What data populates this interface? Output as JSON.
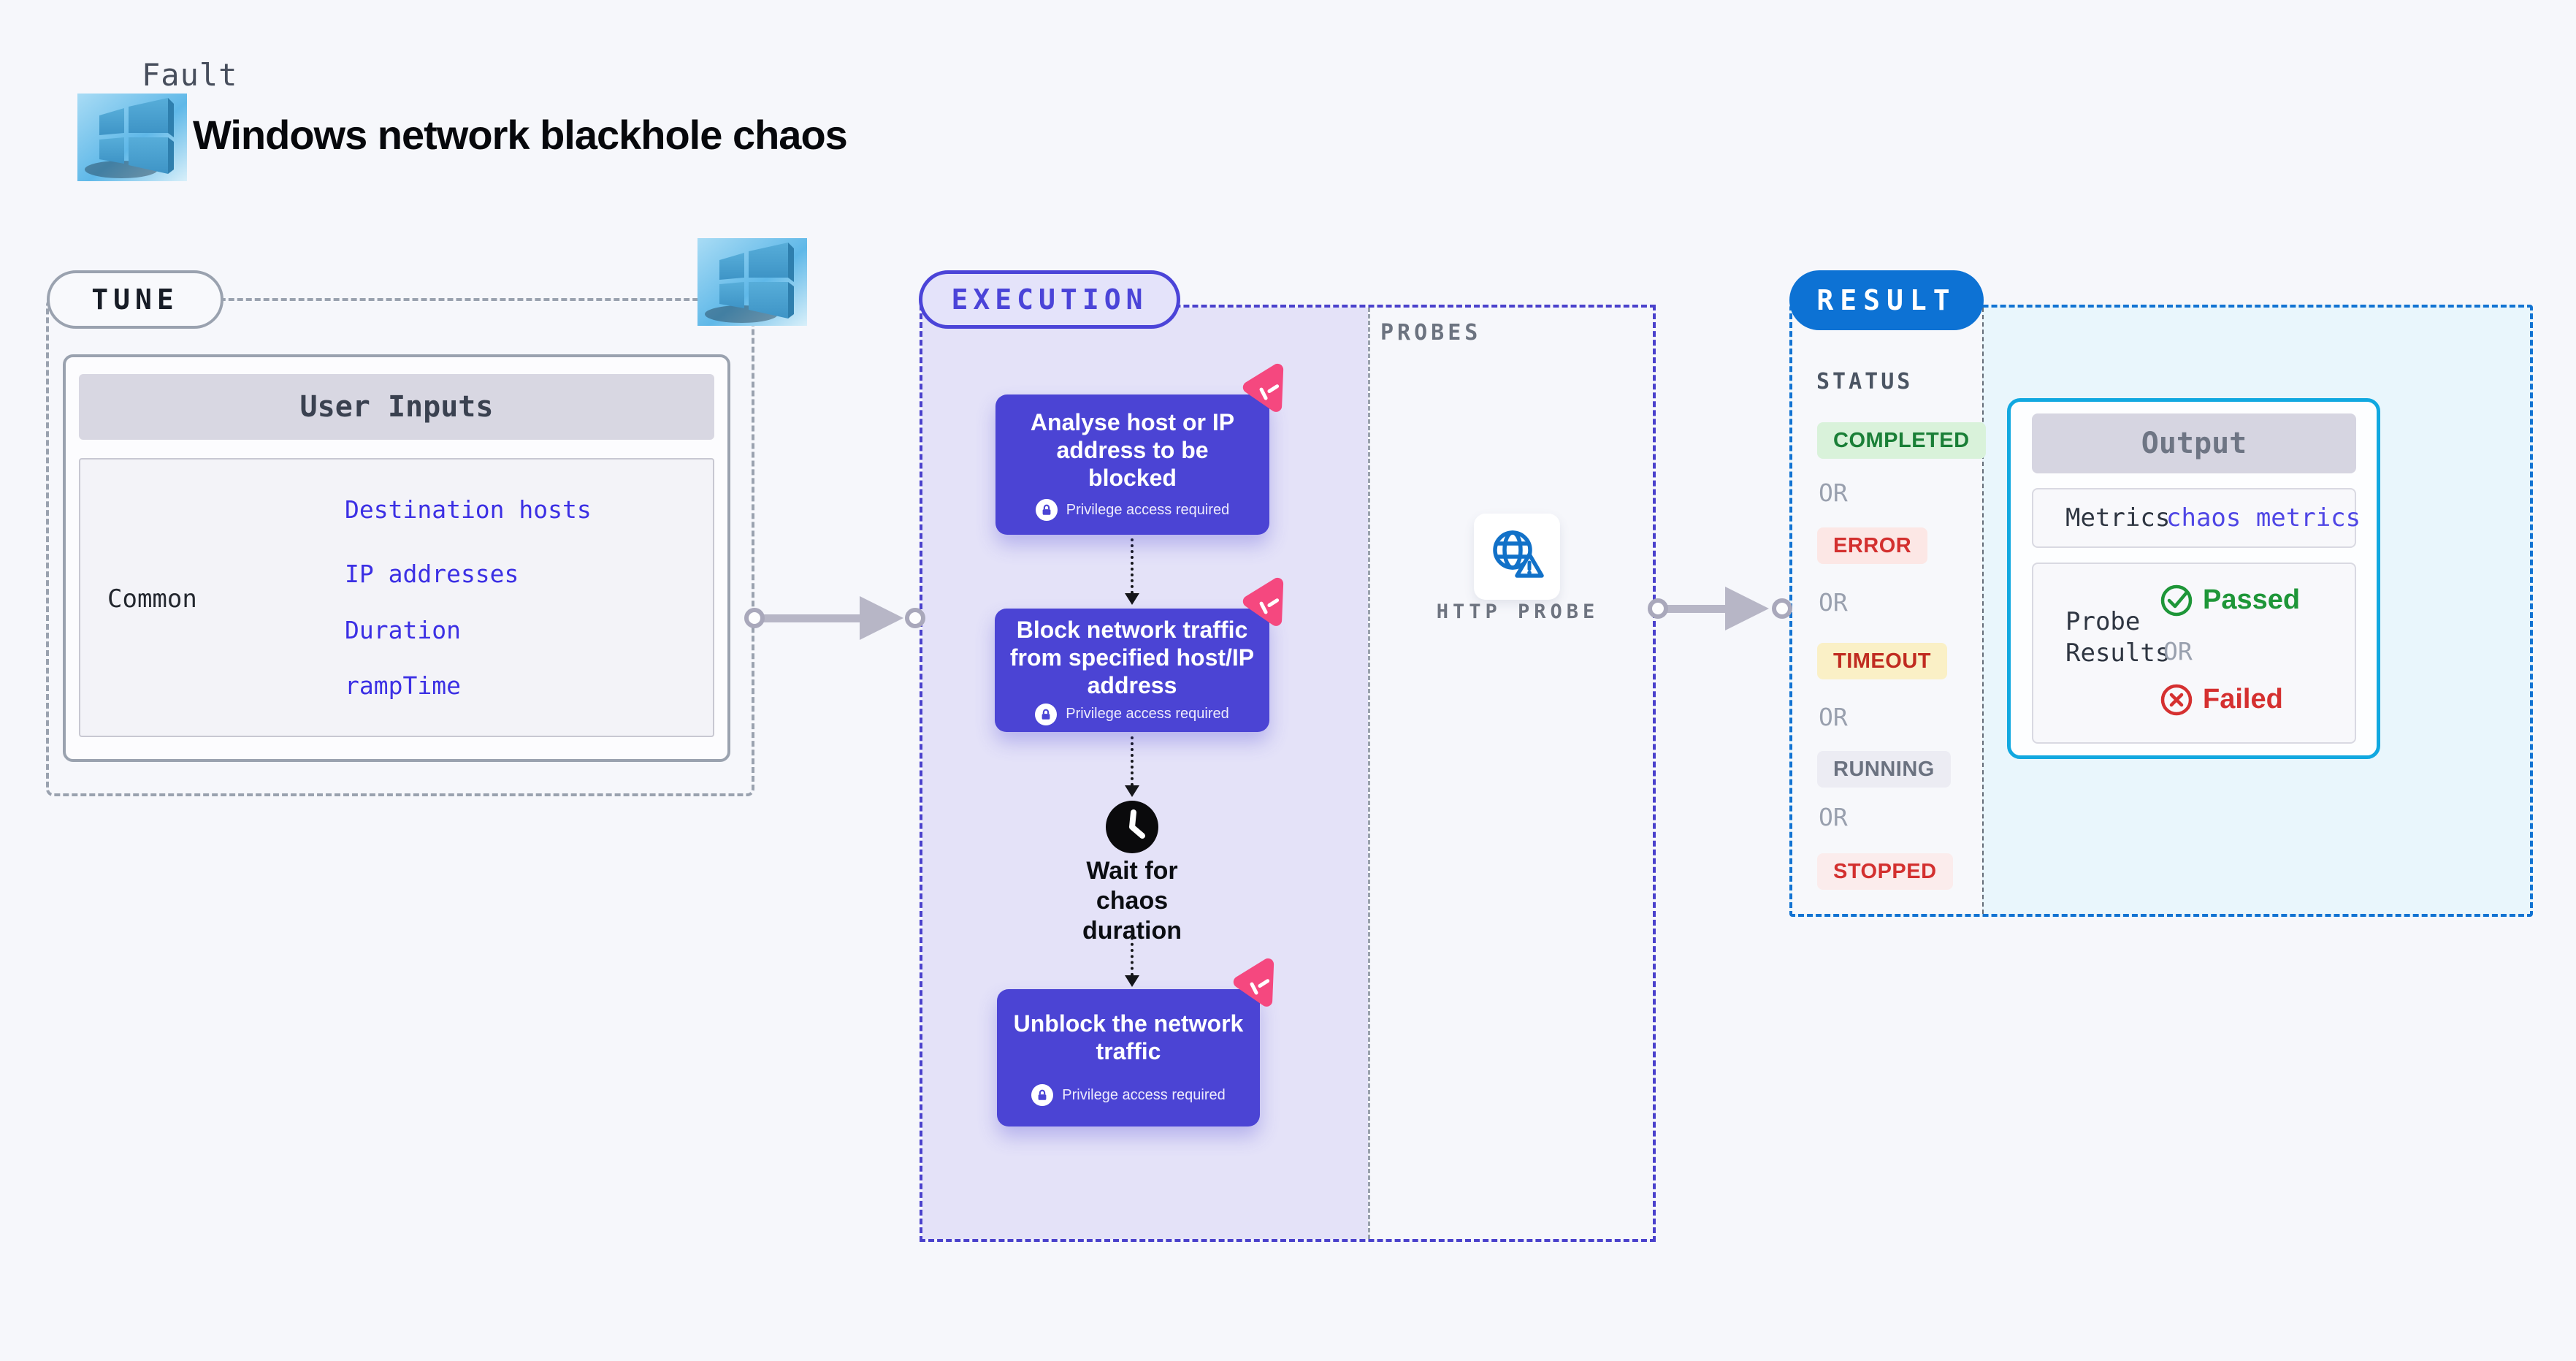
{
  "header": {
    "kicker": "Fault",
    "title": "Windows network blackhole chaos"
  },
  "tune": {
    "label": "TUNE",
    "user_inputs": {
      "title": "User Inputs",
      "row_label": "Common",
      "links": [
        "Destination hosts",
        "IP addresses",
        "Duration",
        "rampTime"
      ]
    }
  },
  "execution": {
    "label": "EXECUTION",
    "privilege_note": "Privilege access required",
    "steps": [
      {
        "lines": [
          "Analyse host or IP",
          "address to be",
          "blocked"
        ]
      },
      {
        "lines": [
          "Block network traffic",
          "from specified host/IP",
          "address"
        ]
      },
      {
        "lines": [
          "Unblock the network",
          "traffic"
        ]
      }
    ],
    "wait": {
      "lines": [
        "Wait for chaos",
        "duration"
      ]
    }
  },
  "probes": {
    "label": "PROBES",
    "probe_name": "HTTP PROBE"
  },
  "result": {
    "label": "RESULT",
    "status_title": "STATUS",
    "or_label": "OR",
    "statuses": [
      "COMPLETED",
      "ERROR",
      "TIMEOUT",
      "RUNNING",
      "STOPPED"
    ],
    "output": {
      "title": "Output",
      "metrics_label": "Metrics",
      "metrics_link": "chaos metrics",
      "probe_results": {
        "lines": [
          "Probe",
          "Results"
        ]
      },
      "passed": "Passed",
      "failed": "Failed"
    }
  },
  "colors": {
    "page_bg": "#F6F7FB",
    "execution_fill": "#E4E2F8",
    "execution_border": "#4A41CC",
    "step_box": "#4B44D4",
    "link_blue": "#3B2FE4",
    "result_pill": "#0D72D4",
    "result_border": "#1273D2",
    "output_border": "#11A8E0",
    "completed": "#1A7F37",
    "error": "#D3302F",
    "timeout_bg": "#FAF0C6",
    "passed_green": "#1E9638",
    "failed_red": "#D53030",
    "litmus_pink": "#F5487F",
    "arrow_gray": "#B7B6C6"
  }
}
